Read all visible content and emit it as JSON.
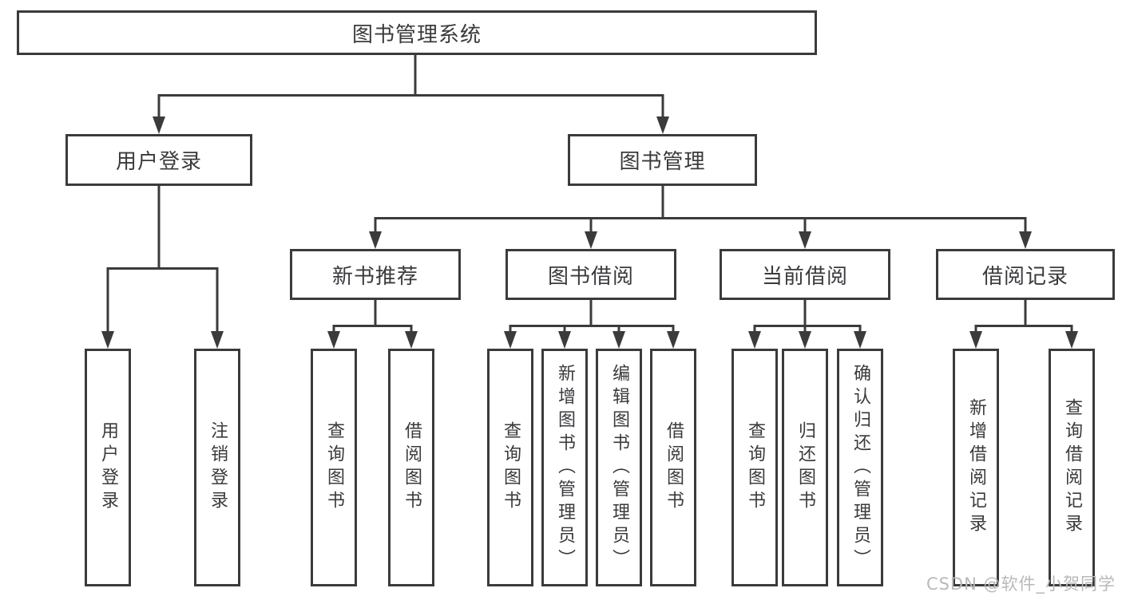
{
  "diagram": {
    "kind": "hierarchy-tree",
    "colors": {
      "line": "#3b3b3b",
      "border": "#3b3b3b",
      "text": "#3a3a3e",
      "background": "#ffffff",
      "watermark": "#b9b9bd"
    },
    "nodes": {
      "root": {
        "label": "图书管理系统"
      },
      "user_login": {
        "label": "用户登录"
      },
      "book_mgmt": {
        "label": "图书管理"
      },
      "new_book_rec": {
        "label": "新书推荐"
      },
      "book_borrow": {
        "label": "图书借阅"
      },
      "current_borrow": {
        "label": "当前借阅"
      },
      "borrow_records": {
        "label": "借阅记录"
      },
      "leaf_user_login": {
        "label": "用户登录"
      },
      "leaf_logout": {
        "label": "注销登录"
      },
      "leaf_nbr_query": {
        "label": "查询图书"
      },
      "leaf_nbr_borrow": {
        "label": "借阅图书"
      },
      "leaf_bb_query": {
        "label": "查询图书"
      },
      "leaf_bb_add": {
        "label": "新增图书（管理员）"
      },
      "leaf_bb_edit": {
        "label": "编辑图书（管理员）"
      },
      "leaf_bb_borrow": {
        "label": "借阅图书"
      },
      "leaf_cb_query": {
        "label": "查询图书"
      },
      "leaf_cb_return": {
        "label": "归还图书"
      },
      "leaf_cb_confirm": {
        "label": "确认归还（管理员）"
      },
      "leaf_br_add": {
        "label": "新增借阅记录"
      },
      "leaf_br_query": {
        "label": "查询借阅记录"
      }
    },
    "watermark": {
      "text": "CSDN @软件_小贺同学"
    }
  }
}
